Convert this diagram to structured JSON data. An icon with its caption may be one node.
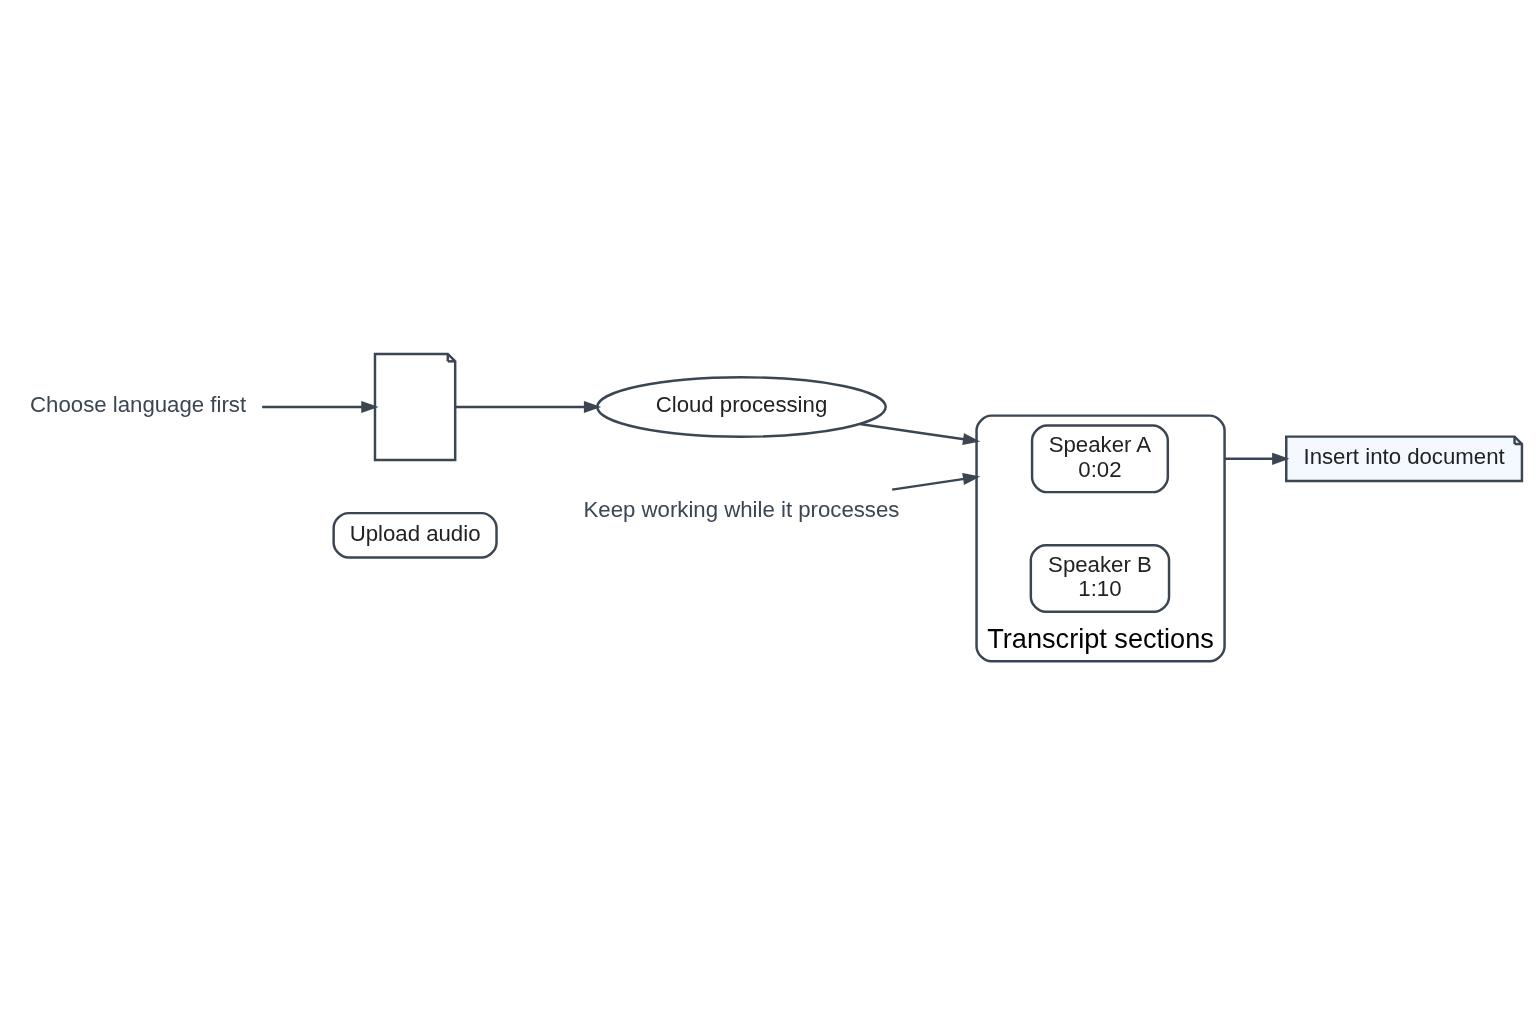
{
  "diagram": {
    "nodes": [
      {
        "text": [
          "Choose language first"
        ]
      },
      {
        "text": [],
        "shape": "picture"
      },
      {
        "text": [
          "Upload audio"
        ]
      },
      {
        "text": [
          "Cloud processing"
        ]
      },
      {
        "text": [
          "Keep working while it processes"
        ]
      },
      {
        "text": [
          "Transcript sections"
        ]
      },
      {
        "text": [
          "Speaker A",
          "0:02"
        ],
        "in": 5
      },
      {
        "text": [
          "Speaker B",
          "1:10"
        ],
        "in": 5
      },
      {
        "text": [
          "Insert into document"
        ]
      }
    ],
    "edges": [
      {
        "from": 0,
        "to": 1,
        "arrow": "to"
      },
      {
        "from": 1,
        "to": 3,
        "arrow": "to"
      },
      {
        "from": 3,
        "to": 5,
        "arrow": "to"
      },
      {
        "from": 4,
        "to": 5,
        "arrow": "to"
      },
      {
        "from": 5,
        "to": 8,
        "arrow": "to"
      }
    ]
  }
}
